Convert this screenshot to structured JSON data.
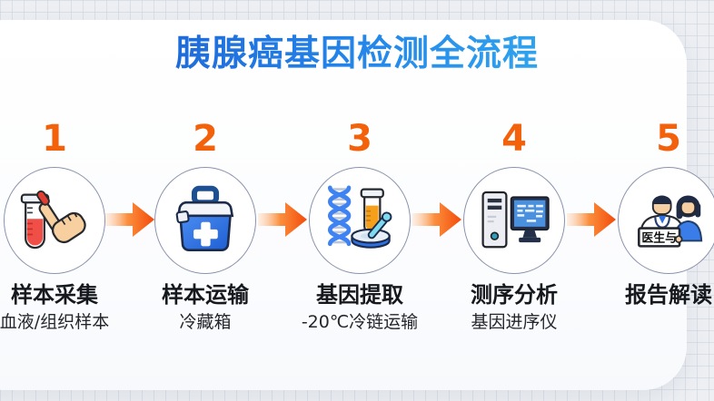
{
  "title": {
    "text": "胰腺癌基因检测全流程"
  },
  "accent": {
    "title_blue_start": "#1a57ce",
    "title_blue_end": "#38bbf4",
    "number_orange": "#f4610b",
    "arrow_orange": "#f34a0a",
    "icon_blue": "#2f6fe0"
  },
  "steps": [
    {
      "number": "1",
      "label": "样本采集",
      "subtitle": "血液/组织样本",
      "icon": "blood-sample-icon"
    },
    {
      "number": "2",
      "label": "样本运输",
      "subtitle": "冷藏箱",
      "icon": "cooler-box-icon"
    },
    {
      "number": "3",
      "label": "基因提取",
      "subtitle": "-20℃冷链运输",
      "icon": "dna-extraction-icon"
    },
    {
      "number": "4",
      "label": "测序分析",
      "subtitle": "基因进序仪",
      "icon": "sequencer-computer-icon"
    },
    {
      "number": "5",
      "label": "报告解读",
      "subtitle": "",
      "icon": "doctor-patient-icon",
      "sign_text": "医生与"
    }
  ]
}
